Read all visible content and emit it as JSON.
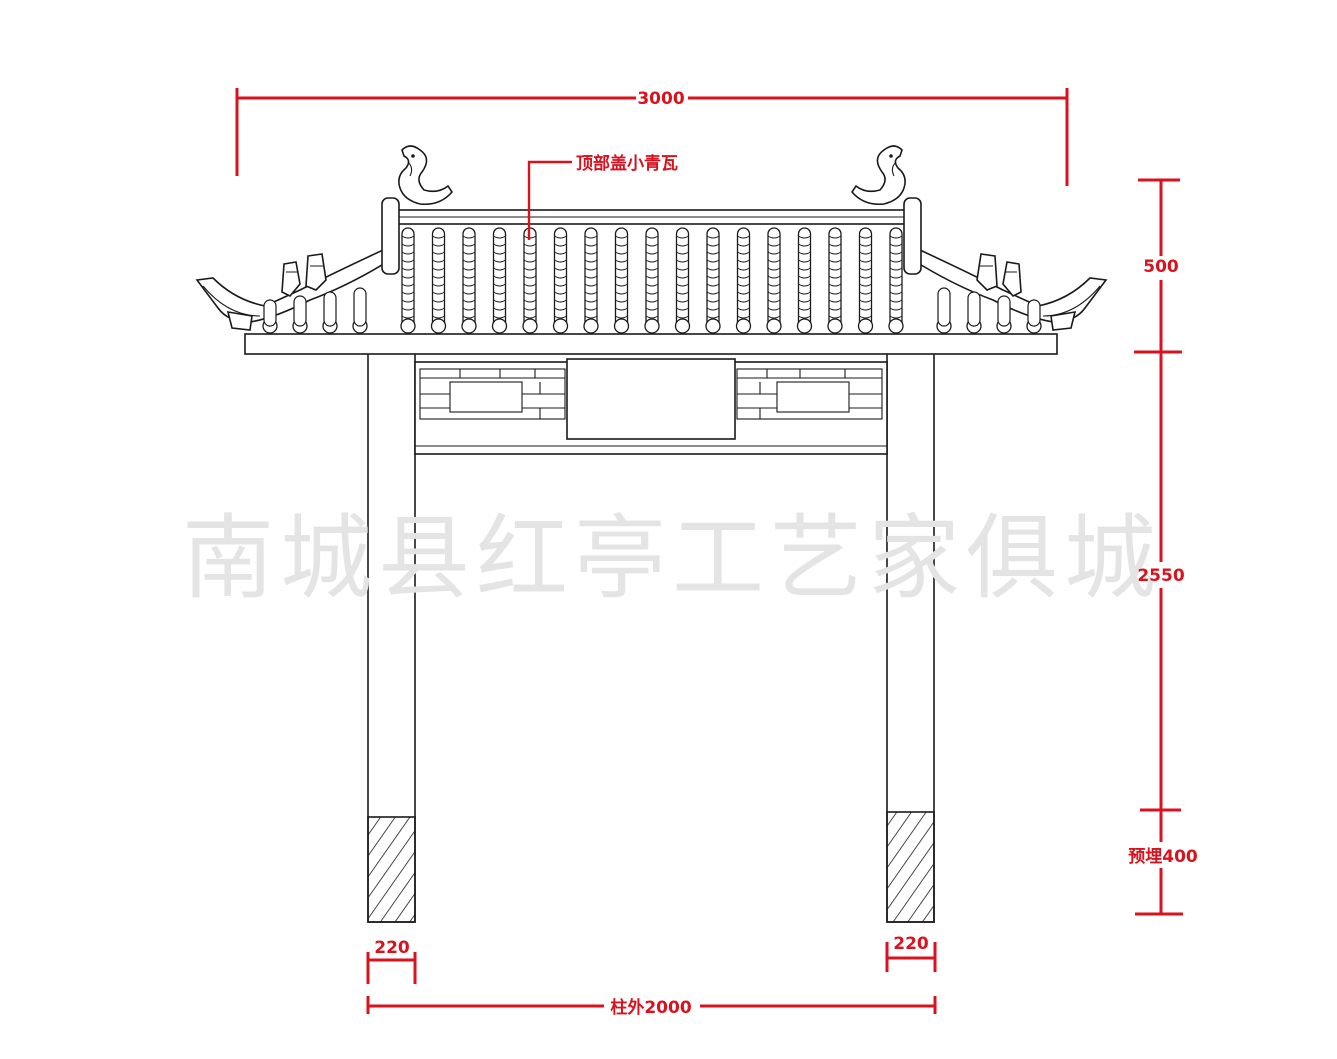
{
  "watermark": "南城县红亭工艺家俱城",
  "dimensions": {
    "overall_width": "3000",
    "roof_note": "顶部盖小青瓦",
    "roof_height": "500",
    "column_height": "2550",
    "embed_depth": "预埋400",
    "left_column_width": "220",
    "right_column_width": "220",
    "outer_span": "柱外2000"
  },
  "colors": {
    "dimension": "#d8121e",
    "ink": "#1a1a1a",
    "watermark": "#e4e4e4"
  }
}
